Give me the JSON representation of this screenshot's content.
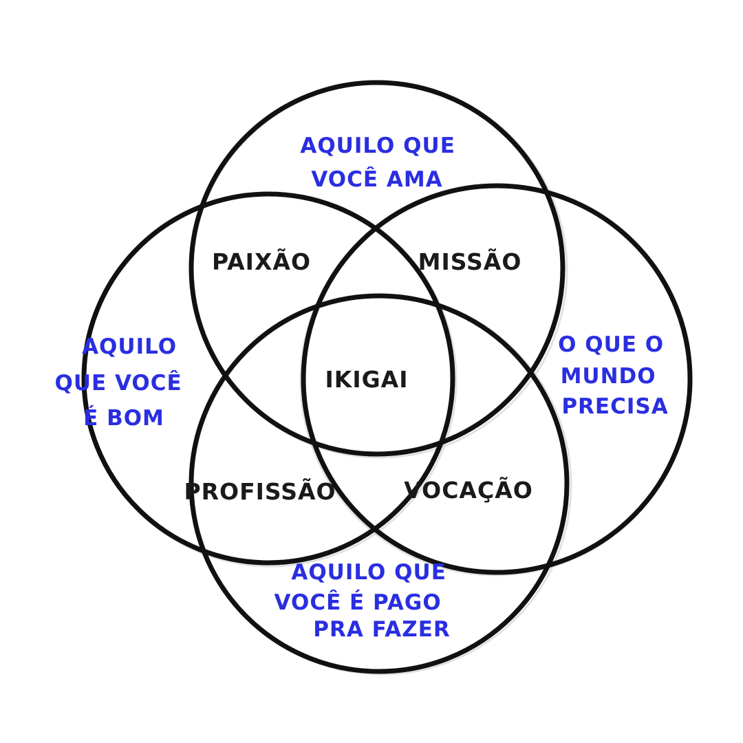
{
  "outer_labels": {
    "top": [
      "AQUILO QUE",
      "VOCÊ AMA"
    ],
    "left": [
      "AQUILO",
      "QUE VOCÊ",
      "É BOM"
    ],
    "right": [
      "O QUE O",
      "MUNDO",
      "PRECISA"
    ],
    "bottom": [
      "AQUILO QUE",
      "VOCÊ É PAGO",
      "PRA FAZER"
    ]
  },
  "intersections": {
    "top_left": "PAIXÃO",
    "top_right": "MISSÃO",
    "bottom_left": "PROFISSÃO",
    "bottom_right": "VOCAÇÃO",
    "center": "IKIGAI"
  },
  "colors": {
    "outline": "#111111",
    "outer_text": "#2a2ee0",
    "inner_text": "#1a1a1a",
    "background": "#ffffff"
  }
}
